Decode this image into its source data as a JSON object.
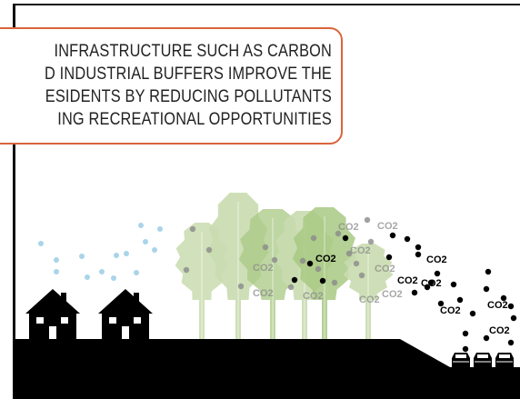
{
  "callout": {
    "lines": [
      "INFRASTRUCTURE SUCH AS CARBON",
      "D INDUSTRIAL BUFFERS IMPROVE THE",
      "ESIDENTS BY REDUCING POLLUTANTS",
      "ING RECREATIONAL OPPORTUNITIES"
    ],
    "border_color": "#d9643c"
  },
  "labels": {
    "co2": "CO2"
  },
  "colors": {
    "ground": "#000000",
    "frame": "#111111",
    "tree_light": "#c9dcb0",
    "tree_mid": "#a9c983",
    "air_particles": "#a9d4ea",
    "co2_absorbed": "#8a8a8a",
    "co2_free": "#000000"
  },
  "icons": [
    "house-icon",
    "house-icon",
    "tree-icon",
    "car-icon",
    "car-icon",
    "car-icon"
  ]
}
